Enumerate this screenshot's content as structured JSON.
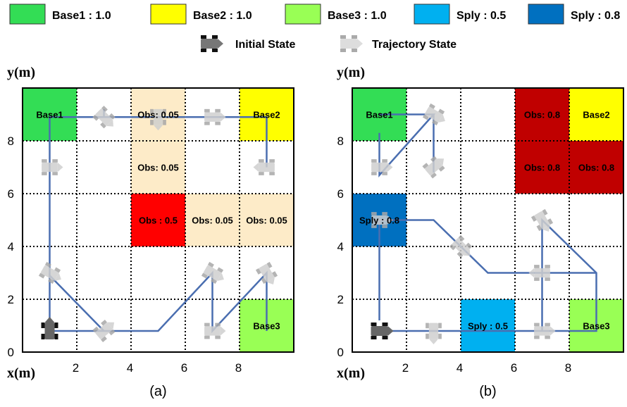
{
  "legend": {
    "items": [
      {
        "label": "Base1 : 1.0",
        "color": "#33dd55"
      },
      {
        "label": "Base2 : 1.0",
        "color": "#ffff00"
      },
      {
        "label": "Base3 : 1.0",
        "color": "#99ff55"
      },
      {
        "label": "Sply : 0.5",
        "color": "#00b0f0"
      },
      {
        "label": "Sply : 0.8",
        "color": "#0070c0"
      }
    ],
    "initial_state": "Initial State",
    "trajectory_state": "Trajectory State"
  },
  "colors": {
    "path": "#4a6eb0",
    "obs_light": "#fdebc8",
    "obs_red": "#ff0000",
    "obs_dark": "#c00000",
    "grid": "#000000",
    "vehicle_initial": "#333333",
    "vehicle_trajectory": "#bdbdbd"
  },
  "panels": [
    {
      "caption": "(a)",
      "ylabel": "y(m)",
      "xlabel": "x(m)",
      "x_ticks": [
        "2",
        "4",
        "6",
        "8"
      ],
      "y_ticks": [
        "8",
        "6",
        "4",
        "2",
        "0"
      ],
      "cells": [
        {
          "col": 0,
          "row": 4,
          "label": "Base1",
          "color": "#33dd55"
        },
        {
          "col": 4,
          "row": 4,
          "label": "Base2",
          "color": "#ffff00"
        },
        {
          "col": 4,
          "row": 0,
          "label": "Base3",
          "color": "#99ff55"
        },
        {
          "col": 2,
          "row": 4,
          "label": "Obs: 0.05",
          "color": "#fdebc8"
        },
        {
          "col": 2,
          "row": 3,
          "label": "Obs: 0.05",
          "color": "#fdebc8"
        },
        {
          "col": 2,
          "row": 2,
          "label": "Obs : 0.5",
          "color": "#ff0000"
        },
        {
          "col": 3,
          "row": 2,
          "label": "Obs: 0.05",
          "color": "#fdebc8"
        },
        {
          "col": 4,
          "row": 2,
          "label": "Obs: 0.05",
          "color": "#fdebc8"
        }
      ],
      "path": [
        [
          1,
          0.8
        ],
        [
          5,
          0.8
        ],
        [
          7,
          3
        ],
        [
          7,
          0.8
        ],
        [
          9,
          3
        ],
        [
          9,
          0.8
        ]
      ],
      "path2": [
        [
          1,
          0.8
        ],
        [
          1,
          2.9
        ],
        [
          3,
          0.8
        ]
      ],
      "path3": [
        [
          1,
          2.9
        ],
        [
          1,
          8.9
        ],
        [
          9,
          8.9
        ],
        [
          9,
          7
        ]
      ],
      "path4": [
        [
          1,
          8.9
        ],
        [
          3,
          8.9
        ],
        [
          3,
          9.2
        ]
      ],
      "initial": {
        "x": 1,
        "y": 0.8
      },
      "vehicles": [
        [
          1,
          7
        ],
        [
          1,
          3
        ],
        [
          3,
          0.8
        ],
        [
          3,
          8.9
        ],
        [
          5,
          8.9
        ],
        [
          7,
          8.9
        ],
        [
          9,
          7
        ],
        [
          9,
          3
        ],
        [
          7,
          0.8
        ],
        [
          7,
          3
        ]
      ]
    },
    {
      "caption": "(b)",
      "ylabel": "y(m)",
      "xlabel": "x(m)",
      "x_ticks": [
        "2",
        "4",
        "6",
        "8"
      ],
      "y_ticks": [
        "8",
        "6",
        "4",
        "2",
        "0"
      ],
      "cells": [
        {
          "col": 0,
          "row": 4,
          "label": "Base1",
          "color": "#33dd55"
        },
        {
          "col": 4,
          "row": 4,
          "label": "Base2",
          "color": "#ffff00"
        },
        {
          "col": 4,
          "row": 0,
          "label": "Base3",
          "color": "#99ff55"
        },
        {
          "col": 3,
          "row": 4,
          "label": "Obs: 0.8",
          "color": "#c00000"
        },
        {
          "col": 3,
          "row": 3,
          "label": "Obs: 0.8",
          "color": "#c00000"
        },
        {
          "col": 4,
          "row": 3,
          "label": "Obs: 0.8",
          "color": "#c00000"
        },
        {
          "col": 0,
          "row": 2,
          "label": "Sply : 0.8",
          "color": "#0070c0"
        },
        {
          "col": 2,
          "row": 0,
          "label": "Sply : 0.5",
          "color": "#00b0f0"
        }
      ],
      "path": [
        [
          1,
          0.8
        ],
        [
          9,
          0.8
        ],
        [
          9,
          3
        ],
        [
          7,
          5
        ],
        [
          7,
          0.8
        ]
      ],
      "path2": [
        [
          1,
          1.2
        ],
        [
          1,
          5
        ],
        [
          3,
          5
        ],
        [
          5,
          3
        ],
        [
          9,
          3
        ]
      ],
      "path3": [
        [
          1,
          8.3
        ],
        [
          1,
          6.7
        ],
        [
          3,
          9
        ],
        [
          1,
          9
        ]
      ],
      "path4": [
        [
          3,
          6.8
        ],
        [
          3,
          9
        ]
      ],
      "initial": {
        "x": 1,
        "y": 0.8
      },
      "vehicles": [
        [
          1,
          7
        ],
        [
          3,
          9
        ],
        [
          3,
          7
        ],
        [
          4,
          4
        ],
        [
          3,
          0.8
        ],
        [
          7,
          0.8
        ],
        [
          7,
          3
        ],
        [
          7,
          5
        ],
        [
          1,
          5
        ]
      ]
    }
  ]
}
